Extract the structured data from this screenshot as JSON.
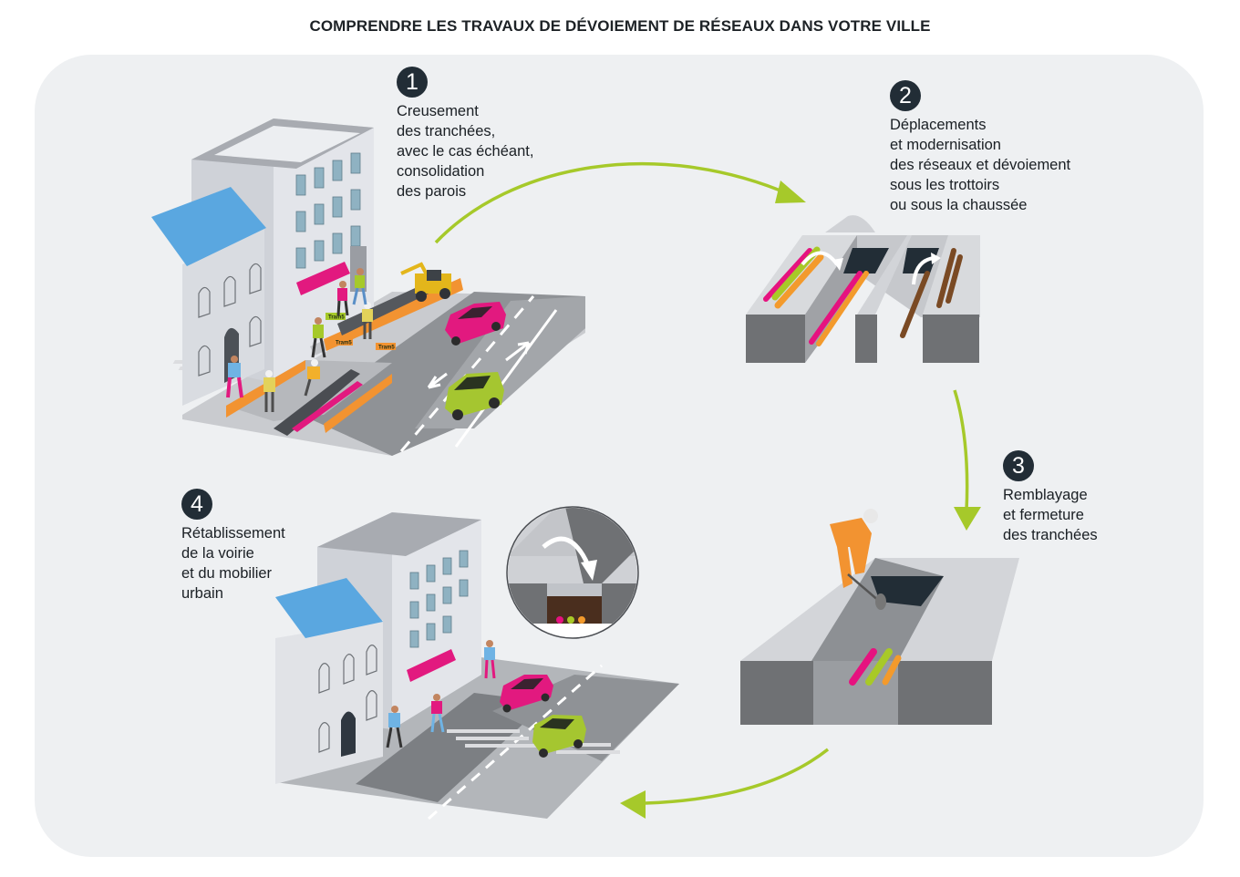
{
  "title": "COMPRENDRE LES TRAVAUX DE DÉVOIEMENT DE RÉSEAUX DANS VOTRE VILLE",
  "colors": {
    "panel_background": "#eef0f2",
    "badge": "#222d36",
    "arrow": "#a6c92a",
    "pipe_magenta": "#e6127f",
    "pipe_green": "#a8c927",
    "pipe_orange": "#f39a2c",
    "pipe_brown": "#7a4a24",
    "barrier_orange": "#f29331",
    "roof_blue": "#5aa7e0",
    "car_magenta": "#e2197f",
    "car_green": "#a5c630"
  },
  "steps": [
    {
      "number": "1",
      "caption": "Creusement\ndes tranchées,\navec le cas échéant,\nconsolidation\ndes parois",
      "illustration": "street-excavation-scene"
    },
    {
      "number": "2",
      "caption": "Déplacements\net modernisation\ndes réseaux et dévoiement\nsous les trottoirs\nou sous la chaussée",
      "illustration": "pipe-relocation-trench"
    },
    {
      "number": "3",
      "caption": "Remblayage\net fermeture\ndes tranchées",
      "illustration": "trench-backfill-worker"
    },
    {
      "number": "4",
      "caption": "Rétablissement\nde la voirie\net du mobilier\nurbain",
      "illustration": "restored-street-scene"
    }
  ],
  "signs": {
    "label": "Tram5"
  },
  "flow": [
    "1 → 2",
    "2 → 3",
    "3 → 4"
  ]
}
